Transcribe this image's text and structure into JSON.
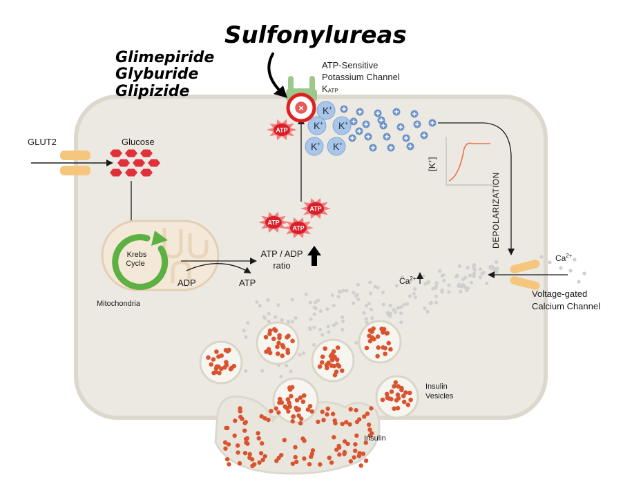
{
  "title": "Sulfonylureas",
  "drugs": [
    "Glimepiride",
    "Glyburide",
    "Glipizide"
  ],
  "labels": {
    "glut2": "GLUT2",
    "glucose": "Glucose",
    "krebs_line1": "Krebs",
    "krebs_line2": "Cycle",
    "mitochondria": "Mitochondria",
    "adp": "ADP",
    "atp": "ATP",
    "ratio_line1": "ATP / ADP",
    "ratio_line2": "ratio",
    "katp_line1": "ATP-Sensitive",
    "katp_line2": "Potassium Channel",
    "katp_k": "K",
    "katp_sub": "ATP",
    "depolarization": "DEPOLARIZATION",
    "k_conc": "[K",
    "k_conc_sup": "+",
    "k_conc_close": "]",
    "ca_outside": "Ca",
    "ca_outside_sup": "2+",
    "ca_inside": "Ca",
    "ca_inside_sup": "2+",
    "vgcc_line1": "Voltage-gated",
    "vgcc_line2": "Calcium Channel",
    "insulin_vesicles_line1": "Insulin",
    "insulin_vesicles_line2": "Vesicles",
    "insulin": "Insulin",
    "atp_badge": "ATP",
    "k_ion": "K",
    "k_ion_sup": "+"
  },
  "colors": {
    "cell_fill": "#ece9e2",
    "cell_stroke": "#dcd8ce",
    "glucose": "#e0303a",
    "krebs": "#5db042",
    "mito": "#f4e8d8",
    "mito_stroke": "#e3cfb3",
    "atp_badge": "#d9202a",
    "k_ion": "#a9c6e8",
    "channel_green": "#9dc88d",
    "block_red": "#e02020",
    "insulin": "#d9532e",
    "transporter": "#f5c77e",
    "ca_dot": "#cfcfcf",
    "graph_line": "#e8704a",
    "arrow": "#1a1a1a"
  }
}
